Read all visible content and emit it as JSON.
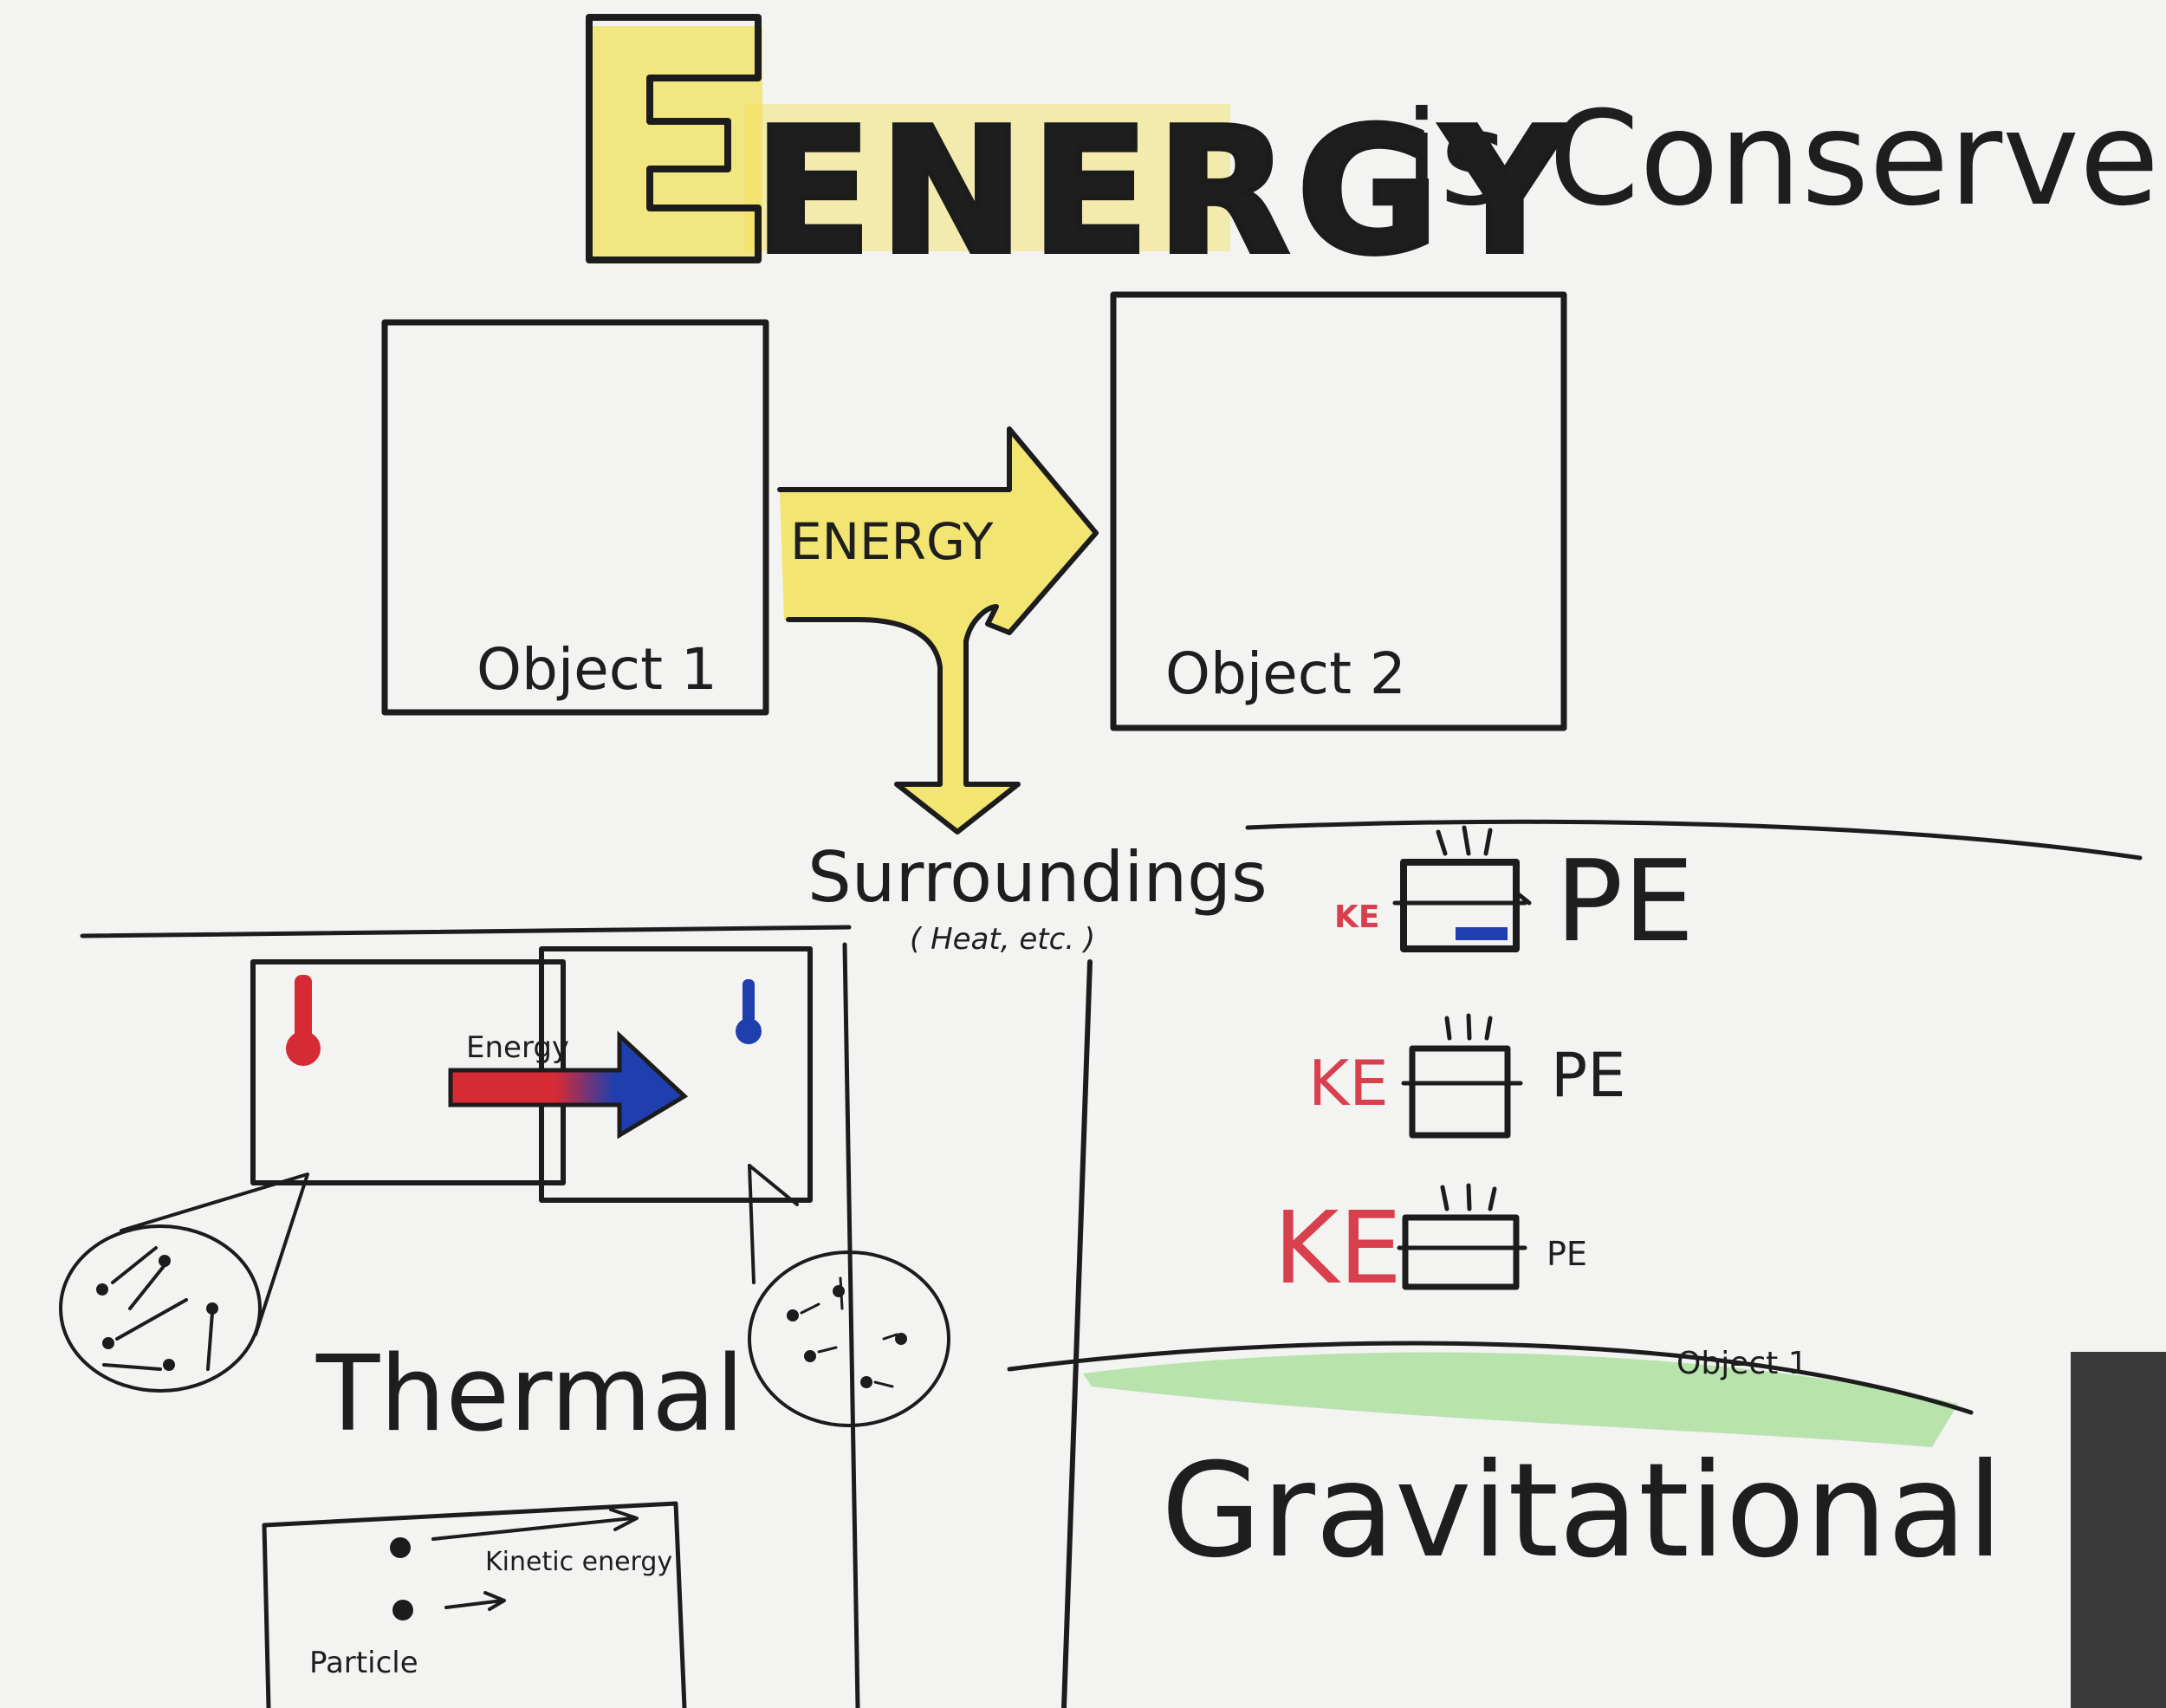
{
  "title": {
    "main": "ENERGY",
    "rest": "is Conserved"
  },
  "transfer": {
    "object1": "Object 1",
    "object2": "Object 2",
    "arrow_label": "ENERGY",
    "surroundings": "Surroundings",
    "surroundings_note": "( Heat, etc. )"
  },
  "thermal": {
    "arrow_label": "Energy",
    "heading": "Thermal",
    "legend_kinetic": "Kinetic energy",
    "legend_particle": "Particle"
  },
  "gravitational": {
    "rows": [
      {
        "ke": "KE",
        "pe": "PE"
      },
      {
        "ke": "KE",
        "pe": "PE"
      },
      {
        "ke": "KE",
        "pe": "PE"
      }
    ],
    "ground_label": "Object 1",
    "heading": "Gravitational"
  },
  "colors": {
    "ink": "#1c1c1c",
    "highlight": "#f1e25a",
    "hot": "#d62a35",
    "cold": "#1f3fae",
    "ke_red": "#d8404e",
    "grass": "#7fd36a",
    "paper": "#f3f3f1"
  }
}
